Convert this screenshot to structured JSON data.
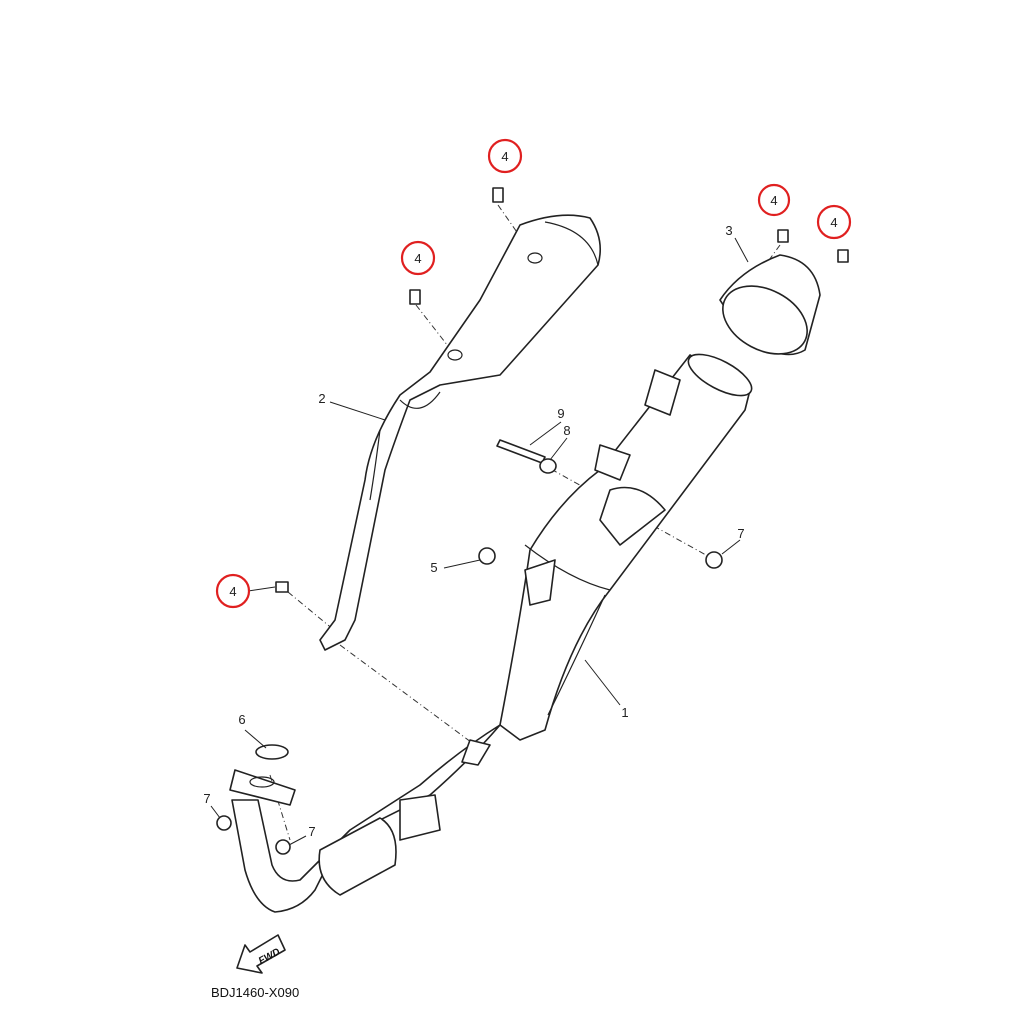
{
  "diagram_code": "BDJ1460-X090",
  "fwd_label": "FWD",
  "highlight_color": "#e02020",
  "callouts": [
    {
      "label": "4",
      "highlighted": true
    },
    {
      "label": "4",
      "highlighted": true
    },
    {
      "label": "4",
      "highlighted": true
    },
    {
      "label": "4",
      "highlighted": true
    },
    {
      "label": "4",
      "highlighted": true
    },
    {
      "label": "3",
      "highlighted": false
    },
    {
      "label": "2",
      "highlighted": false
    },
    {
      "label": "9",
      "highlighted": false
    },
    {
      "label": "8",
      "highlighted": false
    },
    {
      "label": "7",
      "highlighted": false
    },
    {
      "label": "5",
      "highlighted": false
    },
    {
      "label": "1",
      "highlighted": false
    },
    {
      "label": "6",
      "highlighted": false
    },
    {
      "label": "7",
      "highlighted": false
    },
    {
      "label": "7",
      "highlighted": false
    }
  ]
}
